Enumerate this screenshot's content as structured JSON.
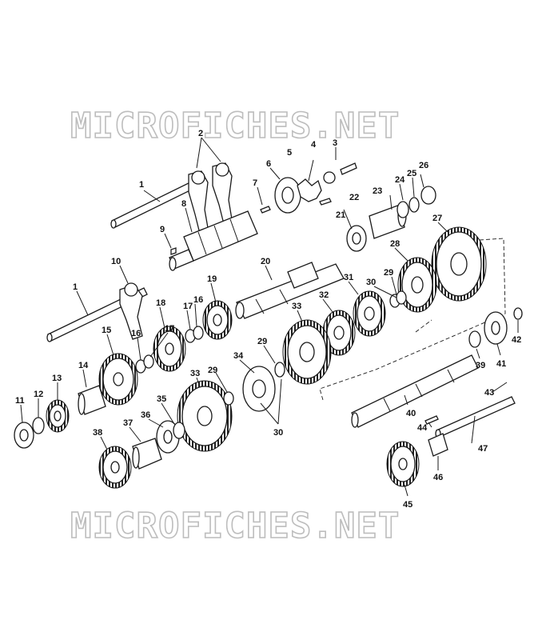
{
  "watermark": {
    "text": "MICROFICHES.NET"
  },
  "callouts": [
    "1",
    "2",
    "3",
    "4",
    "5",
    "6",
    "7",
    "8",
    "9",
    "10",
    "11",
    "12",
    "13",
    "14",
    "15",
    "16",
    "17",
    "18",
    "19",
    "20",
    "21",
    "22",
    "23",
    "24",
    "25",
    "26",
    "27",
    "28",
    "29",
    "30",
    "31",
    "32",
    "33",
    "34",
    "35",
    "36",
    "37",
    "38",
    "39",
    "40",
    "41",
    "42",
    "43",
    "44",
    "45",
    "46",
    "47"
  ]
}
